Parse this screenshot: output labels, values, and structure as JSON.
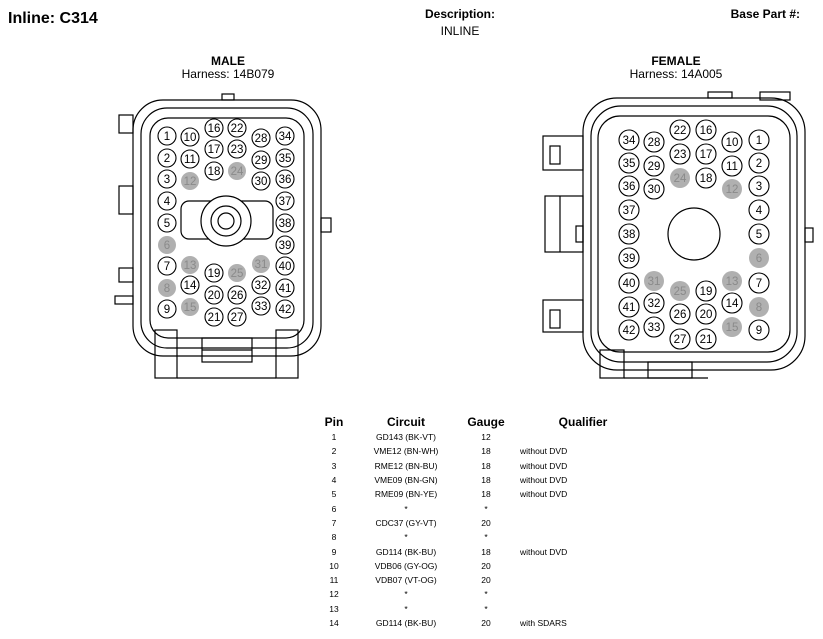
{
  "header": {
    "title": "Inline: C314",
    "description_label": "Description:",
    "description_value": "INLINE",
    "base_part_label": "Base Part #:"
  },
  "colors": {
    "inactive_pin": "#b0b0b0",
    "line": "#000000"
  },
  "male": {
    "title": "MALE",
    "harness": "Harness: 14B079",
    "pins": [
      {
        "n": "1",
        "a": true
      },
      {
        "n": "2",
        "a": true
      },
      {
        "n": "3",
        "a": true
      },
      {
        "n": "4",
        "a": true
      },
      {
        "n": "5",
        "a": true
      },
      {
        "n": "6",
        "a": false
      },
      {
        "n": "7",
        "a": true
      },
      {
        "n": "8",
        "a": false
      },
      {
        "n": "9",
        "a": true
      },
      {
        "n": "10",
        "a": true
      },
      {
        "n": "11",
        "a": true
      },
      {
        "n": "12",
        "a": false
      },
      {
        "n": "13",
        "a": false
      },
      {
        "n": "14",
        "a": true
      },
      {
        "n": "15",
        "a": false
      },
      {
        "n": "16",
        "a": true
      },
      {
        "n": "17",
        "a": true
      },
      {
        "n": "18",
        "a": true
      },
      {
        "n": "19",
        "a": true
      },
      {
        "n": "20",
        "a": true
      },
      {
        "n": "21",
        "a": true
      },
      {
        "n": "22",
        "a": true
      },
      {
        "n": "23",
        "a": true
      },
      {
        "n": "24",
        "a": false
      },
      {
        "n": "25",
        "a": false
      },
      {
        "n": "26",
        "a": true
      },
      {
        "n": "27",
        "a": true
      },
      {
        "n": "28",
        "a": true
      },
      {
        "n": "29",
        "a": true
      },
      {
        "n": "30",
        "a": true
      },
      {
        "n": "31",
        "a": false
      },
      {
        "n": "32",
        "a": true
      },
      {
        "n": "33",
        "a": true
      },
      {
        "n": "34",
        "a": true
      },
      {
        "n": "35",
        "a": true
      },
      {
        "n": "36",
        "a": true
      },
      {
        "n": "37",
        "a": true
      },
      {
        "n": "38",
        "a": true
      },
      {
        "n": "39",
        "a": true
      },
      {
        "n": "40",
        "a": true
      },
      {
        "n": "41",
        "a": true
      },
      {
        "n": "42",
        "a": true
      }
    ]
  },
  "female": {
    "title": "FEMALE",
    "harness": "Harness: 14A005",
    "pins": [
      {
        "n": "1",
        "a": true
      },
      {
        "n": "2",
        "a": true
      },
      {
        "n": "3",
        "a": true
      },
      {
        "n": "4",
        "a": true
      },
      {
        "n": "5",
        "a": true
      },
      {
        "n": "6",
        "a": false
      },
      {
        "n": "7",
        "a": true
      },
      {
        "n": "8",
        "a": false
      },
      {
        "n": "9",
        "a": true
      },
      {
        "n": "10",
        "a": true
      },
      {
        "n": "11",
        "a": true
      },
      {
        "n": "12",
        "a": false
      },
      {
        "n": "13",
        "a": false
      },
      {
        "n": "14",
        "a": true
      },
      {
        "n": "15",
        "a": false
      },
      {
        "n": "16",
        "a": true
      },
      {
        "n": "17",
        "a": true
      },
      {
        "n": "18",
        "a": true
      },
      {
        "n": "19",
        "a": true
      },
      {
        "n": "20",
        "a": true
      },
      {
        "n": "21",
        "a": true
      },
      {
        "n": "22",
        "a": true
      },
      {
        "n": "23",
        "a": true
      },
      {
        "n": "24",
        "a": false
      },
      {
        "n": "25",
        "a": false
      },
      {
        "n": "26",
        "a": true
      },
      {
        "n": "27",
        "a": true
      },
      {
        "n": "28",
        "a": true
      },
      {
        "n": "29",
        "a": true
      },
      {
        "n": "30",
        "a": true
      },
      {
        "n": "31",
        "a": false
      },
      {
        "n": "32",
        "a": true
      },
      {
        "n": "33",
        "a": true
      },
      {
        "n": "34",
        "a": true
      },
      {
        "n": "35",
        "a": true
      },
      {
        "n": "36",
        "a": true
      },
      {
        "n": "37",
        "a": true
      },
      {
        "n": "38",
        "a": true
      },
      {
        "n": "39",
        "a": true
      },
      {
        "n": "40",
        "a": true
      },
      {
        "n": "41",
        "a": true
      },
      {
        "n": "42",
        "a": true
      }
    ]
  },
  "table": {
    "headers": [
      "Pin",
      "Circuit",
      "Gauge",
      "Qualifier"
    ],
    "rows": [
      [
        "1",
        "GD143 (BK-VT)",
        "12",
        ""
      ],
      [
        "2",
        "VME12 (BN-WH)",
        "18",
        "without DVD"
      ],
      [
        "3",
        "RME12 (BN-BU)",
        "18",
        "without DVD"
      ],
      [
        "4",
        "VME09 (BN-GN)",
        "18",
        "without DVD"
      ],
      [
        "5",
        "RME09 (BN-YE)",
        "18",
        "without DVD"
      ],
      [
        "6",
        "*",
        "*",
        ""
      ],
      [
        "7",
        "CDC37 (GY-VT)",
        "20",
        ""
      ],
      [
        "8",
        "*",
        "*",
        ""
      ],
      [
        "9",
        "GD114 (BK-BU)",
        "18",
        "without DVD"
      ],
      [
        "10",
        "VDB06 (GY-OG)",
        "20",
        ""
      ],
      [
        "11",
        "VDB07 (VT-OG)",
        "20",
        ""
      ],
      [
        "12",
        "*",
        "*",
        ""
      ],
      [
        "13",
        "*",
        "*",
        ""
      ],
      [
        "14",
        "GD114 (BK-BU)",
        "20",
        "with SDARS"
      ]
    ]
  }
}
